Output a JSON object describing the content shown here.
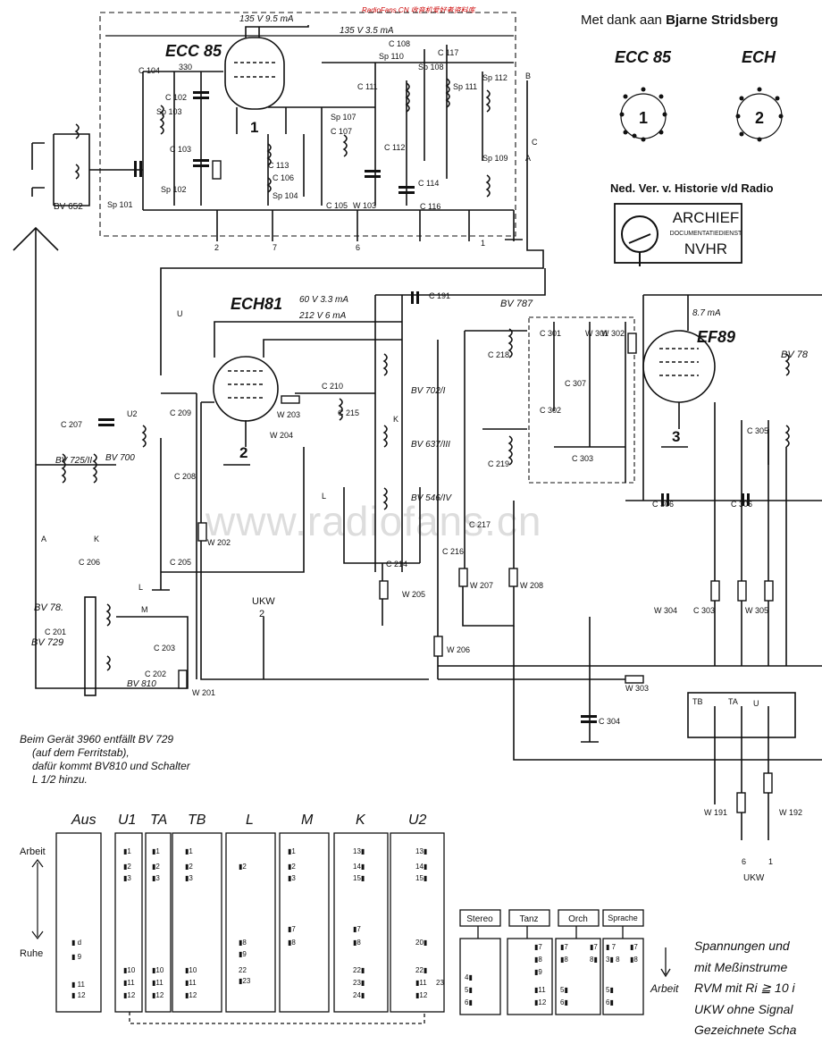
{
  "header": {
    "thanks_prefix": "Met dank aan",
    "thanks_name": "Bjarne Stridsberg",
    "society": "Ned. Ver. v. Historie v/d Radio",
    "stamp_line1": "ARCHIEF",
    "stamp_line2": "DOCUMENTATIEDIENST",
    "stamp_line3": "NVHR"
  },
  "watermarks": {
    "top": "RadioFans.CN 收音机爱好者资料库",
    "middle": "www.radiofans.cn"
  },
  "tubes": {
    "ecc85": "ECC 85",
    "ech81": "ECH81",
    "ef89": "EF89",
    "pinout_ecc": "ECC 85",
    "pinout_ech": "ECH"
  },
  "labels": {
    "supply_top1": "135 V 9.5 mA",
    "supply_top2": "135 V 3.5 mA",
    "supply_ech1": "60 V 3.3 mA",
    "supply_ech2": "212 V 6 mA",
    "supply_ef": "8.7 mA",
    "ukw2": "UKW",
    "ukw2_num": "2",
    "ukw_bottom": "UKW",
    "bv652": "BV 652",
    "bv787": "BV 787",
    "bv78x": "BV 78",
    "bv725": "BV 725/II",
    "bv700": "BV 700",
    "bv702": "BV 702/I",
    "bv637": "BV 637/III",
    "bv546": "BV 546/IV",
    "bv729": "BV 729",
    "bv810": "BV 810",
    "bv78l": "BV 78."
  },
  "note_lines": [
    "Beim Gerät 3960 entfällt BV 729",
    "(auf dem Ferritstab),",
    "dafür kommt BV810 und Schalter",
    "L 1/2 hinzu."
  ],
  "right_note_lines": [
    "Spannungen und",
    "mit Meßinstrume",
    "RVM mit Ri ≧ 10 i",
    "UKW ohne Signal",
    "Gezeichnete Scha"
  ],
  "switch_table": {
    "arbeit": "Arbeit",
    "ruhe": "Ruhe",
    "columns": [
      "Aus",
      "U1",
      "TA",
      "TB",
      "L",
      "M",
      "K",
      "U2"
    ]
  },
  "push_buttons": {
    "labels": [
      "Stereo",
      "Tanz",
      "Orch",
      "Sprache"
    ],
    "arbeit": "Arbeit"
  }
}
